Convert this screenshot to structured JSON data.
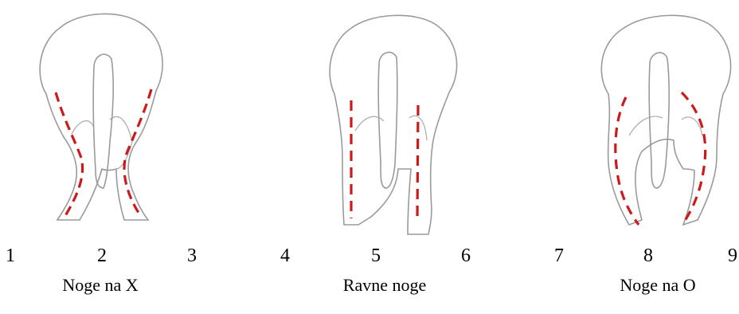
{
  "figures": [
    {
      "caption": "Noge na X",
      "numbers": [
        "1",
        "2",
        "3"
      ]
    },
    {
      "caption": "Ravne noge",
      "numbers": [
        "4",
        "5",
        "6"
      ]
    },
    {
      "caption": "Noge na O",
      "numbers": [
        "7",
        "8",
        "9"
      ]
    }
  ],
  "colors": {
    "outline": "#9a9a9a",
    "guide": "#cc1a1a"
  }
}
